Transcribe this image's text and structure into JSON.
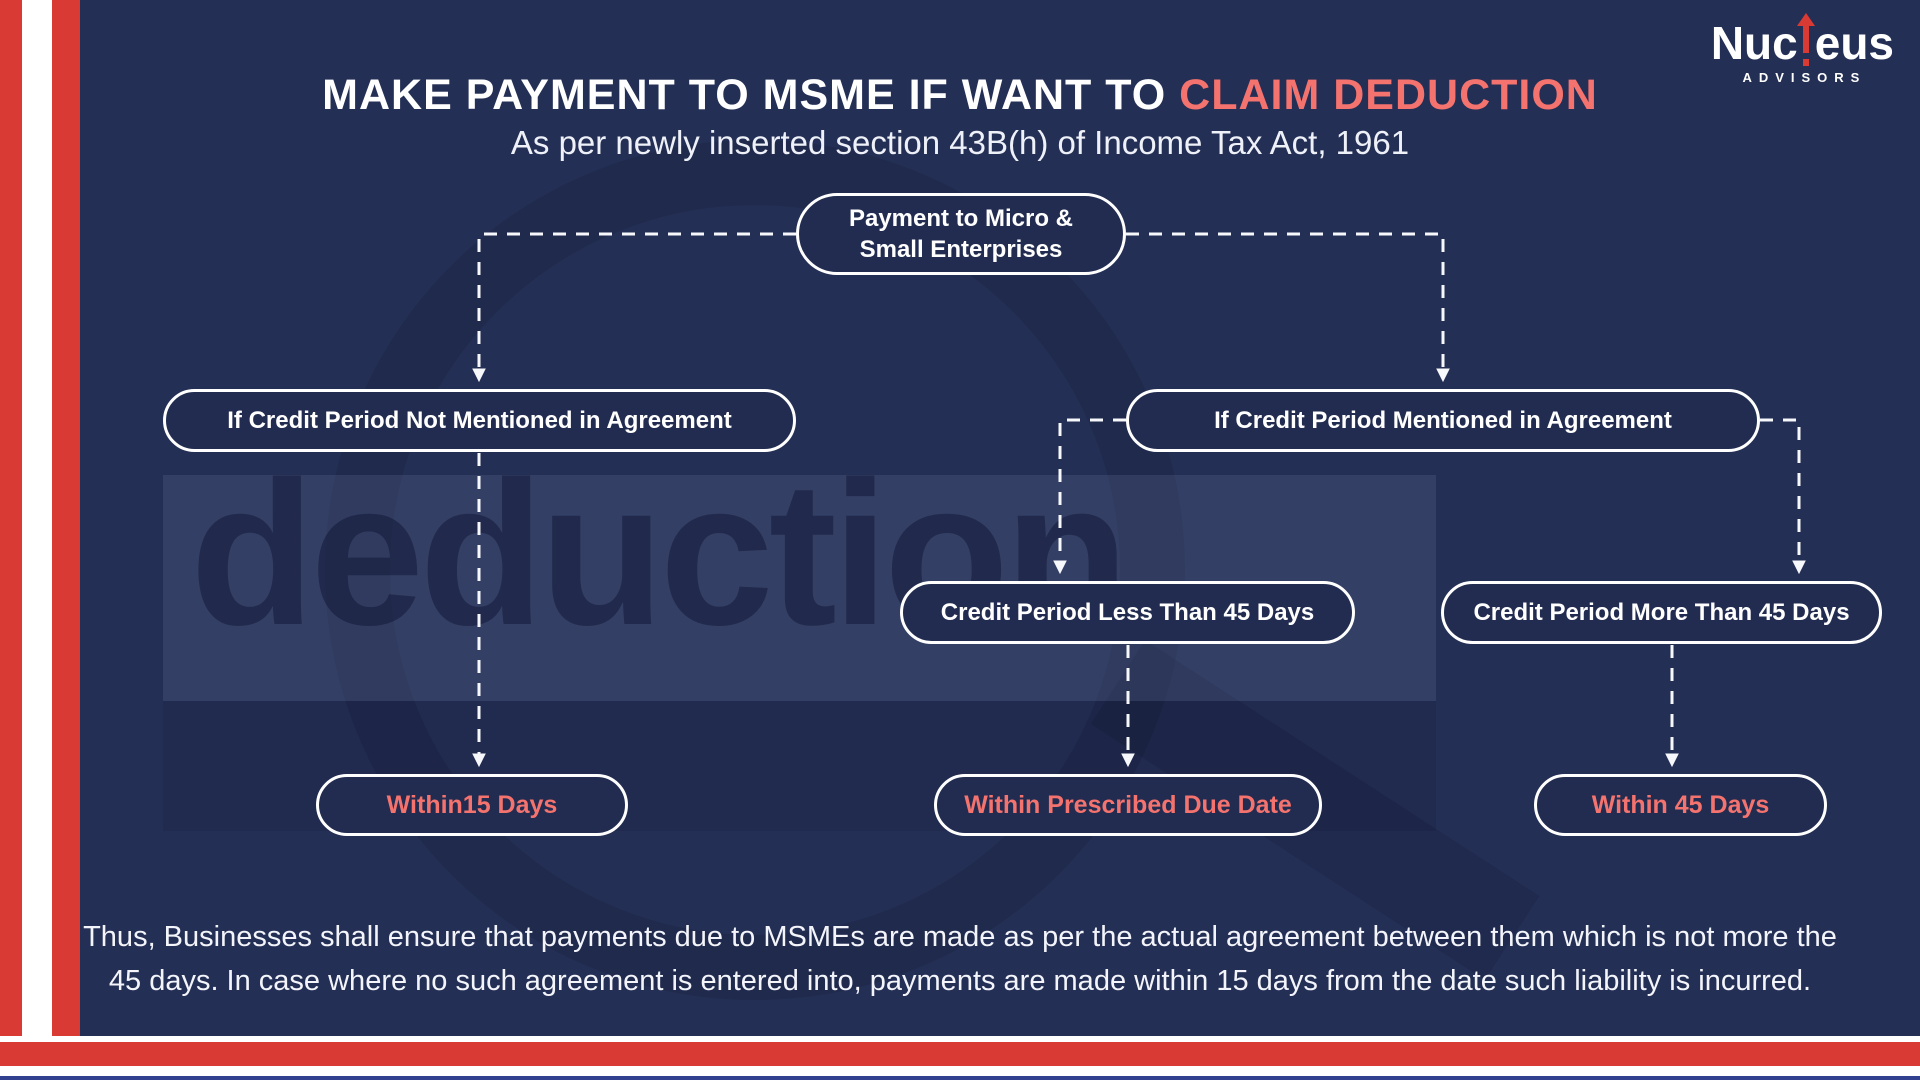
{
  "page": {
    "title_white": "MAKE PAYMENT TO MSME IF WANT TO ",
    "title_accent": "CLAIM DEDUCTION",
    "subtitle": "As per newly inserted section 43B(h) of Income Tax Act, 1961",
    "watermark": "deduction",
    "footer": "Thus, Businesses shall ensure that payments due to MSMEs are made as per the actual agreement between them which is not more the 45 days. In case where no such agreement is entered into, payments are made within 15 days from the date such liability is incurred."
  },
  "logo": {
    "name_before_arrow": "Nuc",
    "name_after_arrow": "eus",
    "tagline": "ADVISORS"
  },
  "flow": {
    "root": "Payment to Micro & Small Enterprises",
    "left_branch": "If Credit Period Not Mentioned in Agreement",
    "right_branch": "If Credit Period Mentioned in Agreement",
    "less_45": "Credit Period Less Than 45 Days",
    "more_45": "Credit Period More Than 45 Days",
    "outcome_left": "Within15 Days",
    "outcome_mid": "Within Prescribed Due Date",
    "outcome_right": "Within 45 Days"
  },
  "colors": {
    "background_navy": "#242f55",
    "accent_salmon": "#f4736e",
    "stripe_red": "#d93a34",
    "node_border_white": "#ffffff",
    "bottom_blue": "#31418f"
  }
}
